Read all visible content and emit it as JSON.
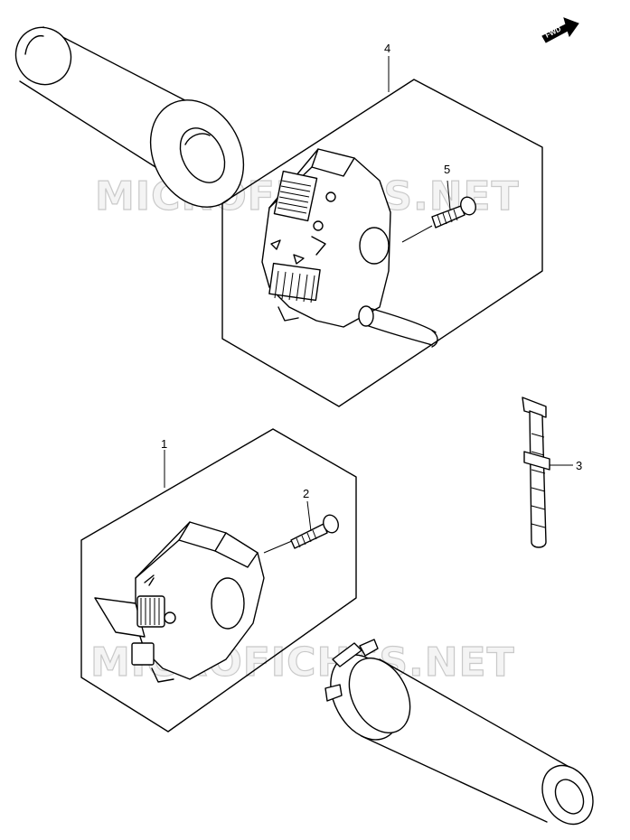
{
  "watermark": "MICROFICHES.NET",
  "fwd_label": "FWD",
  "callouts": {
    "c1": "1",
    "c2": "2",
    "c3": "3",
    "c4": "4",
    "c5": "5"
  },
  "colors": {
    "line": "#000000",
    "background": "#ffffff",
    "watermark": "#c9c9c9"
  }
}
